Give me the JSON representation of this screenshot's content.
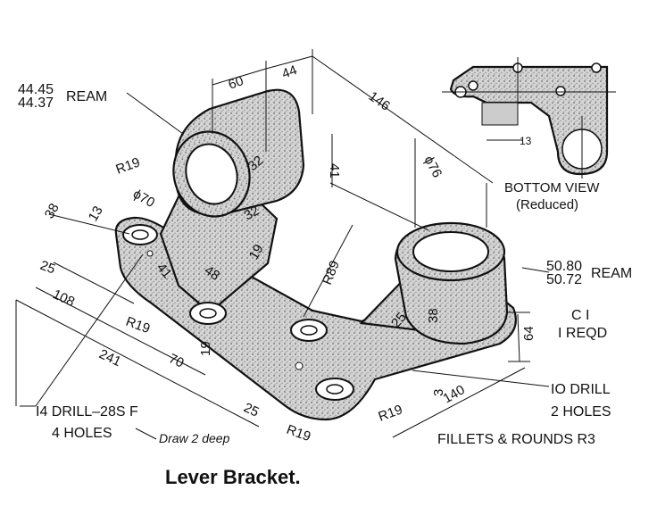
{
  "title": "Lever Bracket.",
  "ream_top": {
    "upper": "44.45",
    "lower": "44.37",
    "suffix": "REAM"
  },
  "ream_right": {
    "upper": "50.80",
    "lower": "50.72",
    "suffix": "REAM"
  },
  "dims": {
    "d60": "60",
    "d44": "44",
    "d146": "146",
    "d41": "41",
    "d76": "ϕ76",
    "d32a": "32",
    "d32b": "32",
    "d19a": "19",
    "d19b": "19",
    "dR19a": "R19",
    "dR19b": "R19",
    "dR19c": "R19",
    "dR19d": "R19",
    "d70": "ϕ70",
    "d38a": "38",
    "d13a": "13",
    "d25a": "25",
    "d108": "108",
    "d41b": "41",
    "d48": "48",
    "dR89": "R89",
    "d241": "241",
    "d70b": "70",
    "d25b": "25",
    "d38b": "38",
    "d25c": "25",
    "d64": "64",
    "d140": "140",
    "d3": "3",
    "d13b": "13"
  },
  "notes": {
    "bottom_view": "BOTTOM VIEW",
    "reduced": "(Reduced)",
    "c1": "C I",
    "reqd": "I REQD",
    "drill10": "IO DRILL",
    "holes2": "2 HOLES",
    "fillets": "FILLETS & ROUNDS R3",
    "drill14": "I4 DRILL–28S F",
    "holes4": "4 HOLES",
    "draw_deep": "Draw 2 deep"
  }
}
